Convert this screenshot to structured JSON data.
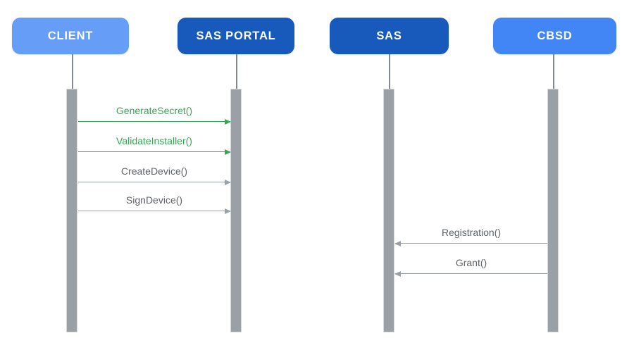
{
  "diagram": {
    "type": "sequence",
    "background_color": "#ffffff"
  },
  "actors": [
    {
      "id": "client",
      "label": "CLIENT",
      "fill_color": "#669DF6"
    },
    {
      "id": "sas-portal",
      "label": "SAS PORTAL",
      "fill_color": "#185ABC"
    },
    {
      "id": "sas",
      "label": "SAS",
      "fill_color": "#185ABC"
    },
    {
      "id": "cbsd",
      "label": "CBSD",
      "fill_color": "#4285F4"
    }
  ],
  "lifelines": {
    "line_color": "#84898F",
    "activation_fill": "#9AA0A6",
    "activation_border": "#D6D8DB"
  },
  "messages": [
    {
      "label": "GenerateSecret()",
      "from": "CLIENT",
      "to": "SAS PORTAL",
      "direction": "right",
      "text_color": "#34A853",
      "arrow_color": "#34A853"
    },
    {
      "label": "ValidateInstaller()",
      "from": "CLIENT",
      "to": "SAS PORTAL",
      "direction": "right",
      "text_color": "#34A853",
      "arrow_color": "#34A853"
    },
    {
      "label": "CreateDevice()",
      "from": "CLIENT",
      "to": "SAS PORTAL",
      "direction": "right",
      "text_color": "#5F6368",
      "arrow_color": "#9AA0A6"
    },
    {
      "label": "SignDevice()",
      "from": "CLIENT",
      "to": "SAS PORTAL",
      "direction": "right",
      "text_color": "#5F6368",
      "arrow_color": "#9AA0A6"
    },
    {
      "label": "Registration()",
      "from": "CBSD",
      "to": "SAS",
      "direction": "left",
      "text_color": "#5F6368",
      "arrow_color": "#9AA0A6"
    },
    {
      "label": "Grant()",
      "from": "CBSD",
      "to": "SAS",
      "direction": "left",
      "text_color": "#5F6368",
      "arrow_color": "#9AA0A6"
    }
  ]
}
